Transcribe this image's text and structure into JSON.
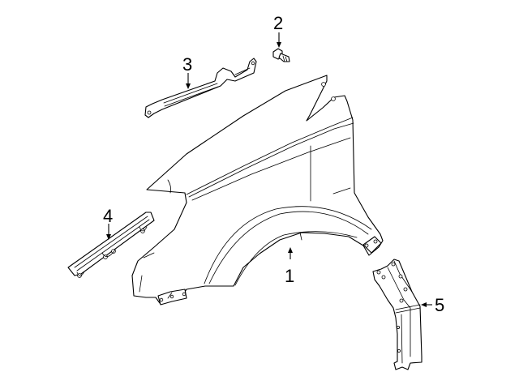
{
  "diagram": {
    "type": "exploded parts diagram",
    "subject": "front fender and components",
    "line_color": "#000000",
    "background_color": "#ffffff",
    "callouts": [
      {
        "id": "1",
        "label": "1",
        "part": "fender"
      },
      {
        "id": "2",
        "label": "2",
        "part": "bolt"
      },
      {
        "id": "3",
        "label": "3",
        "part": "upper bracket"
      },
      {
        "id": "4",
        "label": "4",
        "part": "front bracket"
      },
      {
        "id": "5",
        "label": "5",
        "part": "rear reinforcement"
      }
    ]
  }
}
